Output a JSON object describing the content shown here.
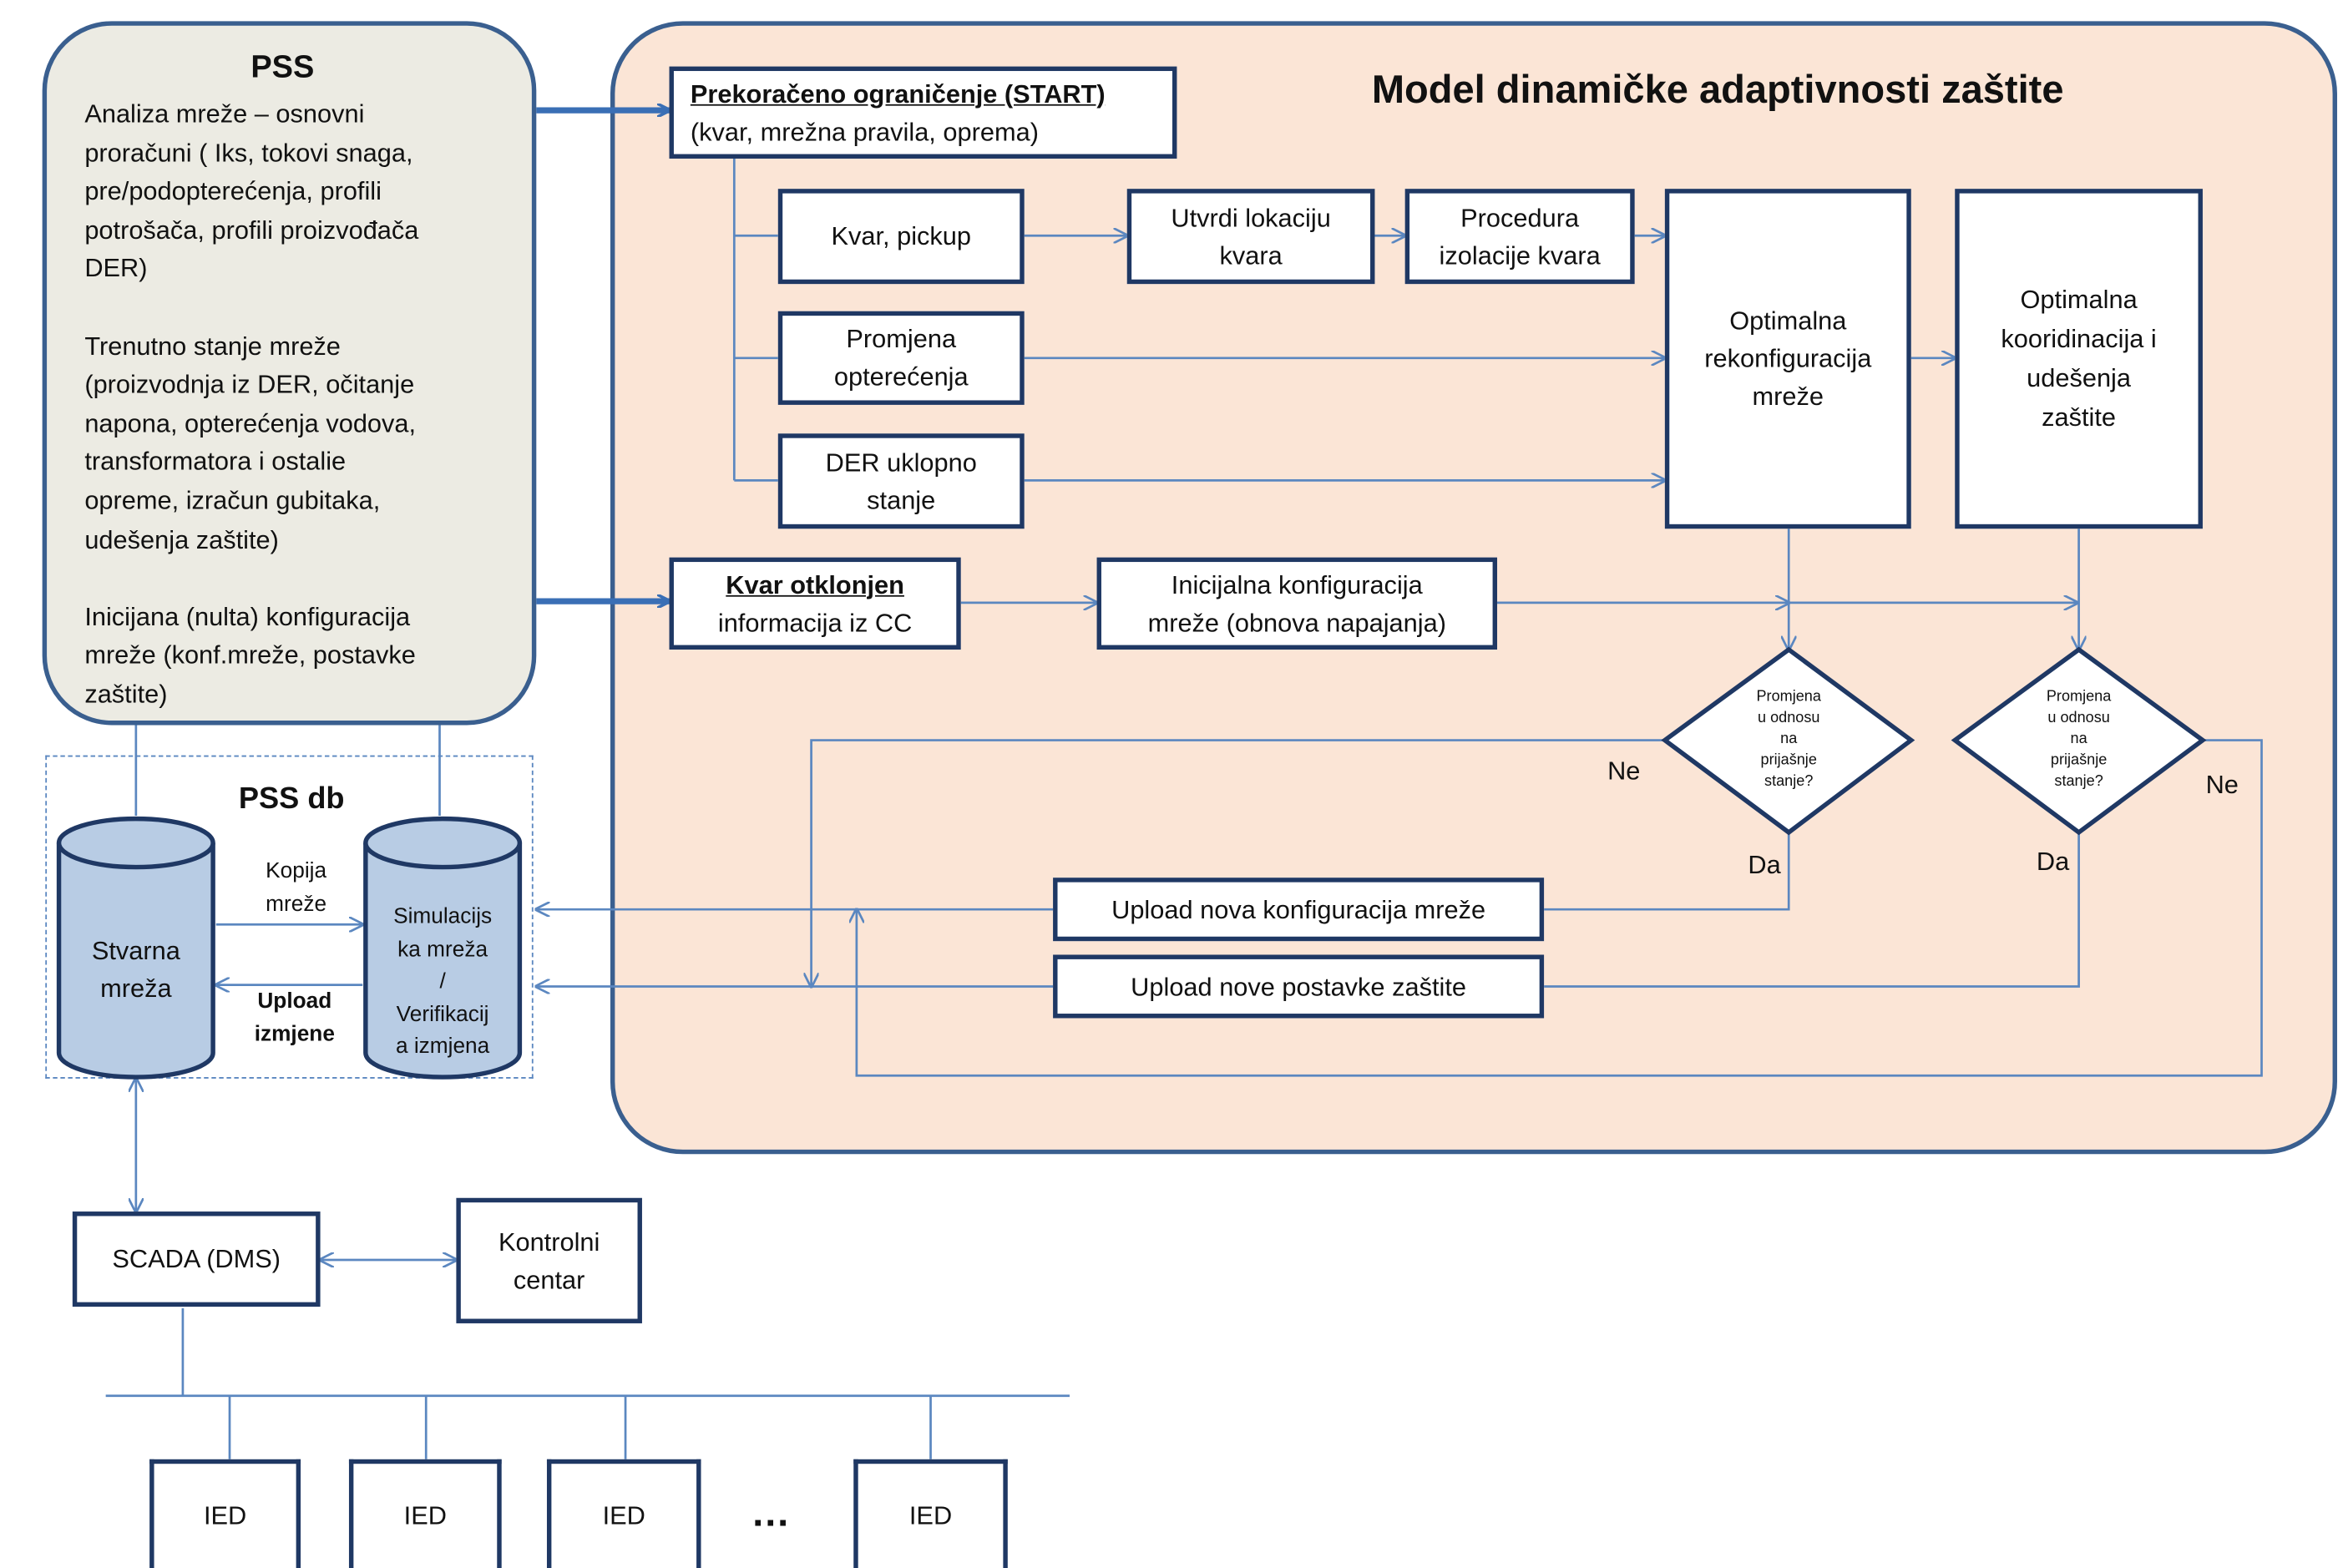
{
  "pss": {
    "title": "PSS",
    "text": "Analiza mreže – osnovni\nproračuni ( Iks, tokovi  snaga,\npre/podopterećenja,   profili\npotrošača, profili  proizvođača\nDER)\n\nTrenutno  stanje mreže\n(proizvodnja  iz DER, očitanje\nnapona, opterećenja vodova,\ntransformatora  i ostalie\nopreme,  izračun gubitaka,\nudešenja zaštite)\n\nInicijana (nulta) konfiguracija\nmreže (konf.mreže, postavke\nzaštite)"
  },
  "model": {
    "title": "Model dinamičke adaptivnosti zaštite",
    "start_title": "Prekoračeno ograničenje (START)",
    "start_sub": "(kvar, mrežna  pravila, oprema)",
    "kvar_pickup": "Kvar, pickup",
    "utvrdi": "Utvrdi  lokaciju\nkvara",
    "procedura": "Procedura\nizolacije kvara",
    "promjena_opt": "Promjena\nopterećenja",
    "der_uklopno": "DER uklopno\nstanje",
    "opt_rekonf": "Optimalna\nrekonfiguracija\nmreže",
    "opt_koord": "Optimalna\nkooridinacija  i\nudešenja\nzaštite",
    "kvar_otklonjen_title": "Kvar otklonjen",
    "kvar_otklonjen_sub": "informacija iz CC",
    "inicijalna": "Inicijalna  konfiguracija\nmreže  (obnova napajanja)",
    "dec1": "Promjena\nu odnosu\nna\nprijašnje\nstanje?",
    "dec2": "Promjena\nu odnosu\nna\nprijašnje\nstanje?",
    "ne1": "Ne",
    "ne2": "Ne",
    "da1": "Da",
    "da2": "Da",
    "upload_konf": "Upload nova  konfiguracija  mreže",
    "upload_post": "Upload nove  postavke  zaštite"
  },
  "pssdb": {
    "title": "PSS db",
    "stvarna": "Stvarna\nmreža",
    "simulacija": "Simulacijs\nka mreža\n/\nVerifikacij\na izmjena",
    "kopija": "Kopija\nmreže",
    "upload_izmjene": "Upload\nizmjene"
  },
  "bottom": {
    "scada": "SCADA (DMS)",
    "kontrolni": "Kontrolni\ncentar",
    "ied1": "IED",
    "ied2": "IED",
    "ied3": "IED",
    "ied4": "IED",
    "dots": "…"
  },
  "colors": {
    "box_border": "#1f3864",
    "panel_border": "#3a5f8f",
    "model_fill": "#fbe5d6",
    "pss_fill": "#ecebe3",
    "db_fill": "#b8cce4",
    "line": "#5b87c0",
    "thick_arrow": "#3a6fb5"
  }
}
